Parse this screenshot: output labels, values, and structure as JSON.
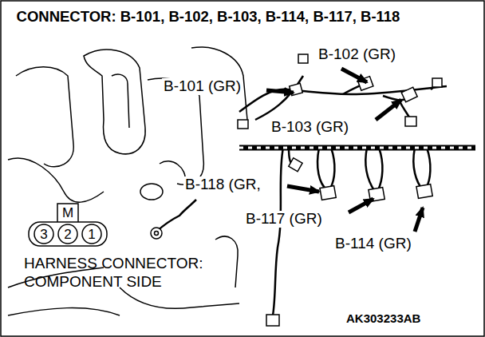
{
  "diagram": {
    "title": "CONNECTOR: B-101, B-102, B-103, B-114, B-117, B-118",
    "nodes": [
      {
        "text": [
          "M",
          "3",
          "2",
          "1"
        ]
      }
    ],
    "labels": [
      "B-102 (GR)",
      "B-101 (GR)",
      "B-103 (GR)",
      "B-118 (GR,",
      "B-117 (GR)",
      "B-114 (GR)",
      "HARNESS CONNECTOR: COMPONENT SIDE",
      "AK303233AB"
    ]
  }
}
